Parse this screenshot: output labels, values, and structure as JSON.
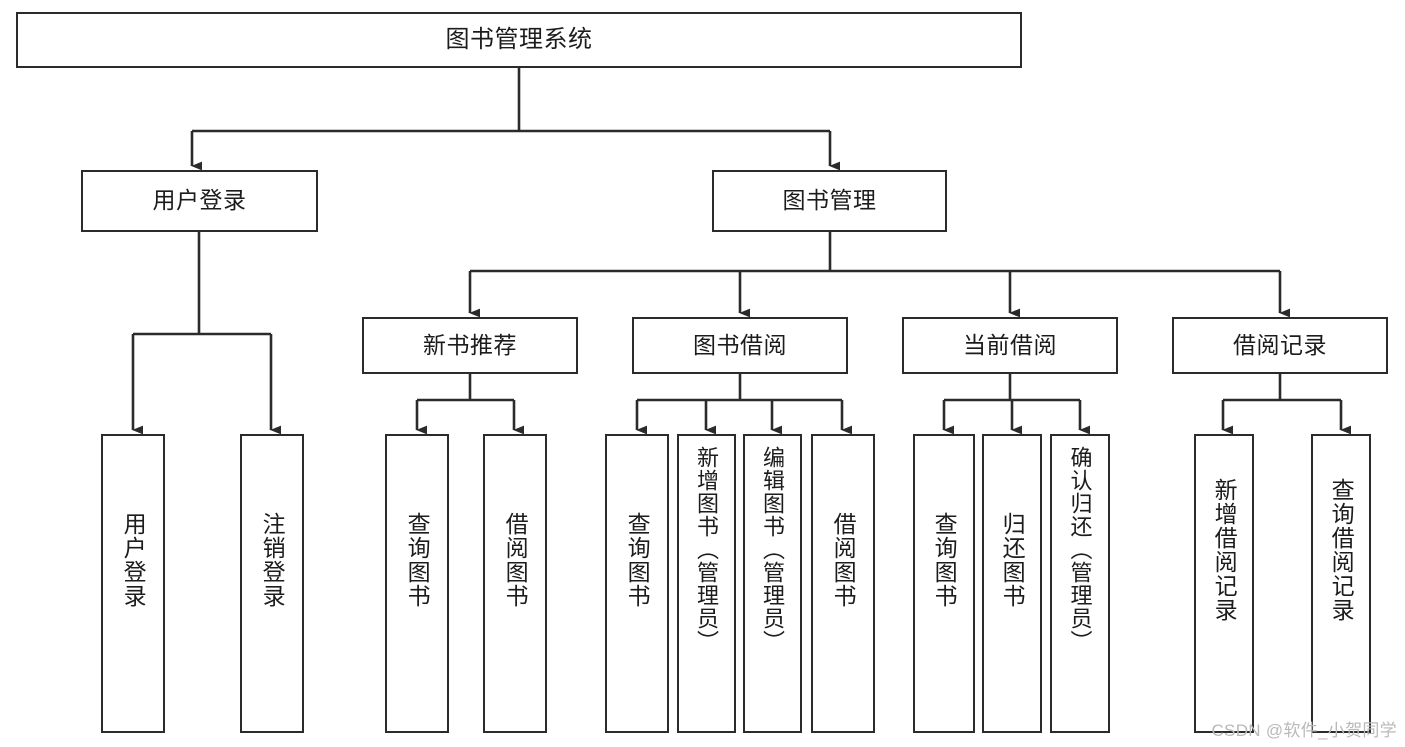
{
  "diagram": {
    "title": "图书管理系统",
    "type": "tree-hierarchy-chart",
    "colors": {
      "node_border": "#2b2b2b",
      "node_fill": "#ffffff",
      "edge": "#2b2b2b",
      "text": "#1c1c1c",
      "watermark": "#b9b9b9",
      "background": "#ffffff"
    },
    "root": {
      "id": "root",
      "label": "图书管理系统",
      "orientation": "horizontal"
    },
    "level2": [
      {
        "id": "user-login",
        "label": "用户登录",
        "orientation": "horizontal"
      },
      {
        "id": "book-management",
        "label": "图书管理",
        "orientation": "horizontal"
      }
    ],
    "level3": [
      {
        "id": "new-book-recommend",
        "label": "新书推荐",
        "orientation": "horizontal",
        "parent": "book-management"
      },
      {
        "id": "book-borrow",
        "label": "图书借阅",
        "orientation": "horizontal",
        "parent": "book-management"
      },
      {
        "id": "current-borrow",
        "label": "当前借阅",
        "orientation": "horizontal",
        "parent": "book-management"
      },
      {
        "id": "borrow-record",
        "label": "借阅记录",
        "orientation": "horizontal",
        "parent": "book-management"
      }
    ],
    "leaves": [
      {
        "id": "leaf-user-login",
        "label": "用户登录",
        "orientation": "vertical",
        "parent": "user-login"
      },
      {
        "id": "leaf-user-logout",
        "label": "注销登录",
        "orientation": "vertical",
        "parent": "user-login"
      },
      {
        "id": "leaf-query-book-1",
        "label": "查询图书",
        "orientation": "vertical",
        "parent": "new-book-recommend"
      },
      {
        "id": "leaf-borrow-book-1",
        "label": "借阅图书",
        "orientation": "vertical",
        "parent": "new-book-recommend"
      },
      {
        "id": "leaf-query-book-2",
        "label": "查询图书",
        "orientation": "vertical",
        "parent": "book-borrow"
      },
      {
        "id": "leaf-add-book",
        "label": "新增图书（管理员）",
        "orientation": "vertical",
        "parent": "book-borrow"
      },
      {
        "id": "leaf-edit-book",
        "label": "编辑图书（管理员）",
        "orientation": "vertical",
        "parent": "book-borrow"
      },
      {
        "id": "leaf-borrow-book-2",
        "label": "借阅图书",
        "orientation": "vertical",
        "parent": "book-borrow"
      },
      {
        "id": "leaf-query-book-3",
        "label": "查询图书",
        "orientation": "vertical",
        "parent": "current-borrow"
      },
      {
        "id": "leaf-return-book",
        "label": "归还图书",
        "orientation": "vertical",
        "parent": "current-borrow"
      },
      {
        "id": "leaf-confirm-return",
        "label": "确认归还（管理员）",
        "orientation": "vertical",
        "parent": "current-borrow"
      },
      {
        "id": "leaf-add-record",
        "label": "新增借阅记录",
        "orientation": "vertical",
        "parent": "borrow-record"
      },
      {
        "id": "leaf-query-record",
        "label": "查询借阅记录",
        "orientation": "vertical",
        "parent": "borrow-record"
      }
    ]
  },
  "watermark": {
    "text": "CSDN @软件_小贺同学"
  }
}
